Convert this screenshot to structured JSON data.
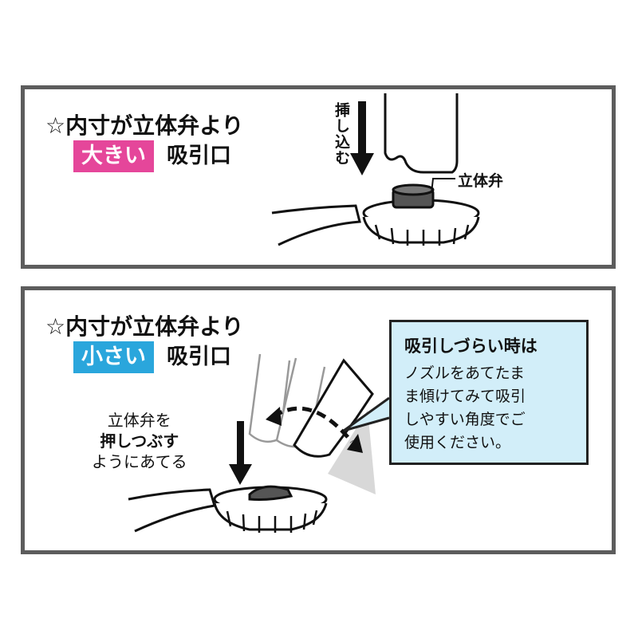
{
  "panel_large": {
    "heading": "☆内寸が立体弁より",
    "badge": "大きい",
    "suffix": "吸引口",
    "insert_label": "挿し込む",
    "valve_label": "立体弁"
  },
  "panel_small": {
    "heading": "☆内寸が立体弁より",
    "badge": "小さい",
    "suffix": "吸引口",
    "note_line1": "立体弁を",
    "note_line2": "押しつぶす",
    "note_line3": "ようにあてる",
    "tip_title": "吸引しづらい時は",
    "tip_line1": "ノズルをあてたま",
    "tip_line2": "ま傾けてみて吸引",
    "tip_line3": "しやすい角度でご",
    "tip_line4": "使用ください。"
  },
  "colors": {
    "frame": "#5d5d5d",
    "badge_large": "#e5469a",
    "badge_small": "#2aa6dc",
    "tip_background": "#d2eef9"
  }
}
